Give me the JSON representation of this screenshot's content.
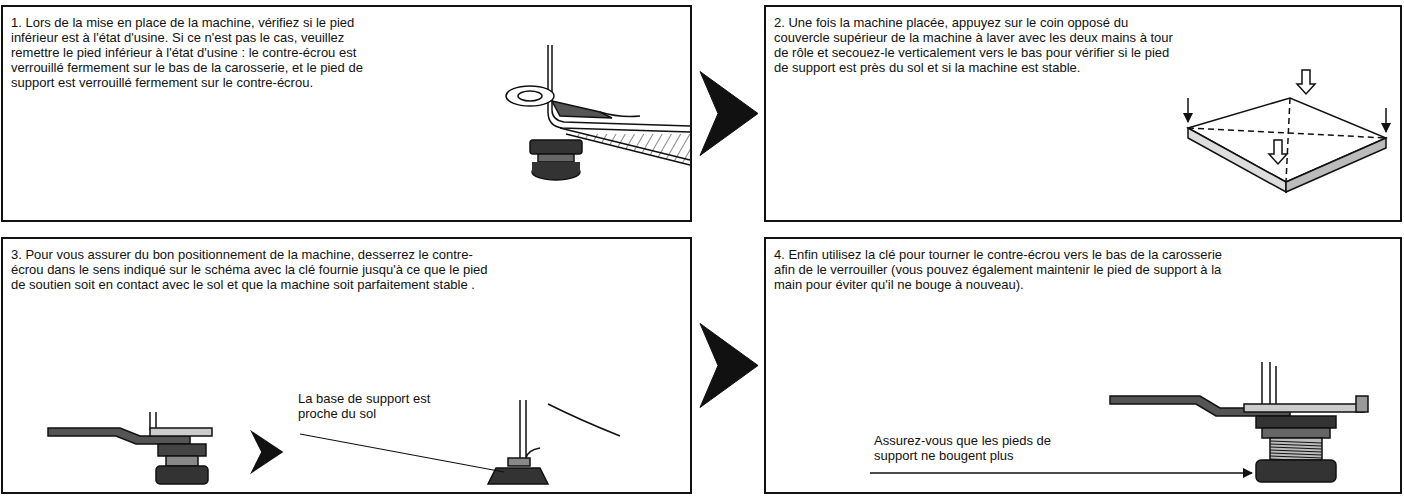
{
  "diagram": {
    "nodes": [
      {
        "text": [
          "1. Lors de la mise en place de la machine, vérifiez si le pied inférieur est à l'état d'usine. Si ce n'est pas le cas, veuillez remettre le pied inférieur à l'état d'usine : le contre-écrou est verrouillé fermement sur le bas de la carosserie, et le pied de support est verrouillé fermement sur le contre-écrou."
        ]
      },
      {
        "text": [
          "2. Une fois la machine placée, appuyez sur le coin opposé du couvercle supérieur de la machine à laver avec les deux mains à tour de rôle et secouez-le verticalement vers le bas pour vérifier si le pied de support est près du sol et si la machine est stable."
        ]
      },
      {
        "text": [
          "3. Pour vous assurer du bon positionnement de la machine, desserrez le contre-écrou dans le sens indiqué sur le schéma avec la clé fournie jusqu'à ce que le pied de soutien soit en contact avec le sol et que la machine soit parfaitement stable ."
        ]
      },
      {
        "text": [
          "4. Enfin utilisez la clé pour tourner le contre-écrou vers le bas de la carosserie afin de le verrouiller (vous pouvez également maintenir le pied de support à la main pour éviter qu'il ne bouge à nouveau)."
        ]
      }
    ],
    "edges": [
      {
        "from": 0,
        "to": 1,
        "arrow": "to"
      },
      {
        "from": 2,
        "to": 3,
        "arrow": "to"
      }
    ],
    "labels": [
      "La base de support est proche du sol",
      "Assurez-vous que les pieds de support ne bougent plus"
    ]
  }
}
